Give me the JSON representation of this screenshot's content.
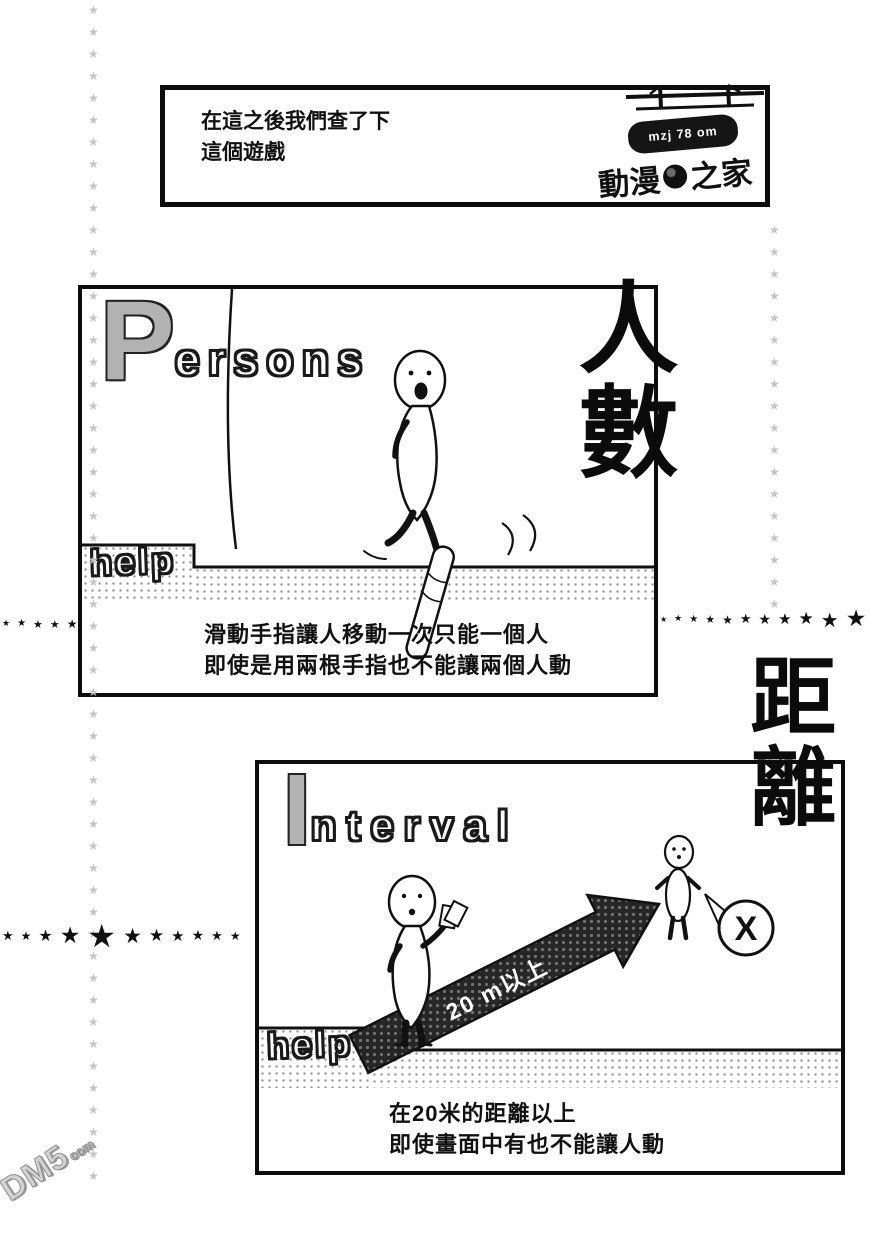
{
  "page": {
    "watermark_main": "DM5",
    "watermark_suffix": "com"
  },
  "top_panel": {
    "text_line1": "在這之後我們查了下",
    "text_line2": "這個遊戲",
    "logo": {
      "small_text": "mzj 78 om",
      "brand_left": "動漫",
      "brand_right": "之家"
    }
  },
  "persons_panel": {
    "title_initial": "P",
    "title_rest": "ersons",
    "help_label": "help",
    "side_label": "人數",
    "caption_line1": "滑動手指讓人移動一次只能一個人",
    "caption_line2": "即使是用兩根手指也不能讓兩個人動"
  },
  "interval_panel": {
    "title_initial": "I",
    "title_rest": "nterval",
    "help_label": "help",
    "side_label": "距離",
    "arrow_label": "20 m以上",
    "bubble_text": "X",
    "caption_line1": "在20米的距離以上",
    "caption_line2": "即使畫面中有也不能讓人動"
  },
  "decor": {
    "star": "★",
    "left_column": {
      "count": 54,
      "size": 12
    },
    "right_column": {
      "count": 18,
      "size": 12
    },
    "row1_left": {
      "sizes": [
        9,
        10,
        11,
        11,
        12
      ]
    },
    "row1_right": {
      "sizes": [
        8,
        9,
        10,
        11,
        12,
        13,
        14,
        15,
        17,
        20,
        23
      ]
    },
    "row2": {
      "sizes": [
        13,
        12,
        16,
        23,
        32,
        21,
        17,
        15,
        14,
        13,
        12
      ]
    }
  }
}
